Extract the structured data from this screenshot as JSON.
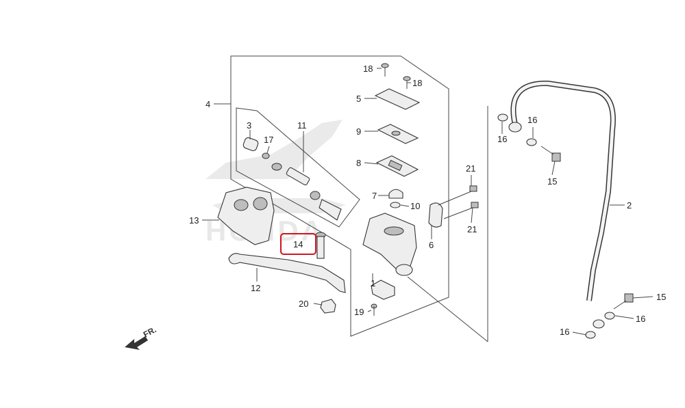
{
  "diagram": {
    "callouts": [
      {
        "id": "c1",
        "text": "1"
      },
      {
        "id": "c2",
        "text": "2"
      },
      {
        "id": "c3",
        "text": "3"
      },
      {
        "id": "c4",
        "text": "4"
      },
      {
        "id": "c5",
        "text": "5"
      },
      {
        "id": "c6",
        "text": "6"
      },
      {
        "id": "c7",
        "text": "7"
      },
      {
        "id": "c8",
        "text": "8"
      },
      {
        "id": "c9",
        "text": "9"
      },
      {
        "id": "c10",
        "text": "10"
      },
      {
        "id": "c11",
        "text": "11"
      },
      {
        "id": "c12",
        "text": "12"
      },
      {
        "id": "c13",
        "text": "13"
      },
      {
        "id": "c14",
        "text": "14"
      },
      {
        "id": "c15a",
        "text": "15"
      },
      {
        "id": "c15b",
        "text": "15"
      },
      {
        "id": "c16a",
        "text": "16"
      },
      {
        "id": "c16b",
        "text": "16"
      },
      {
        "id": "c16c",
        "text": "16"
      },
      {
        "id": "c16d",
        "text": "16"
      },
      {
        "id": "c17",
        "text": "17"
      },
      {
        "id": "c18a",
        "text": "18"
      },
      {
        "id": "c18b",
        "text": "18"
      },
      {
        "id": "c19",
        "text": "19"
      },
      {
        "id": "c20",
        "text": "20"
      },
      {
        "id": "c21a",
        "text": "21"
      },
      {
        "id": "c21b",
        "text": "21"
      }
    ],
    "highlighted_part": "14",
    "direction_label": "FR.",
    "watermark": "HONDA",
    "colors": {
      "highlight": "#d0141a",
      "line": "#444444",
      "part_fill": "#eeeeee"
    }
  }
}
